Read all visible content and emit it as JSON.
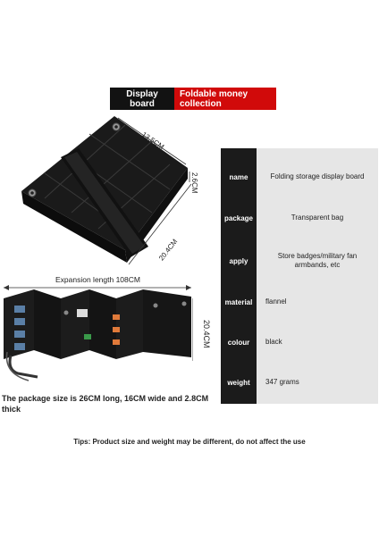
{
  "banner": {
    "left_line1": "Display",
    "left_line2": "board",
    "right_line1": "Foldable money",
    "right_line2": "collection"
  },
  "dimensions": {
    "width": "13.5CM",
    "thickness": "2.6CM",
    "length": "20.4CM",
    "expansion": "Expansion length 108CM",
    "height": "20.4CM"
  },
  "specs": [
    {
      "key": "name",
      "value": "Folding storage display board"
    },
    {
      "key": "package",
      "value": "Transparent bag"
    },
    {
      "key": "apply",
      "value": "Store badges/military fan armbands, etc"
    },
    {
      "key": "material",
      "value": "flannel"
    },
    {
      "key": "colour",
      "value": "black"
    },
    {
      "key": "weight",
      "value": "347 grams"
    }
  ],
  "package_note": "The package size is 26CM long, 16CM wide and 2.8CM thick",
  "tips": "Tips: Product size and weight may be different, do not affect the use",
  "colors": {
    "banner_left": "#121212",
    "banner_right": "#d10a0a",
    "spec_label_bg": "#1b1b1b",
    "spec_panel_bg": "#e6e6e6"
  }
}
